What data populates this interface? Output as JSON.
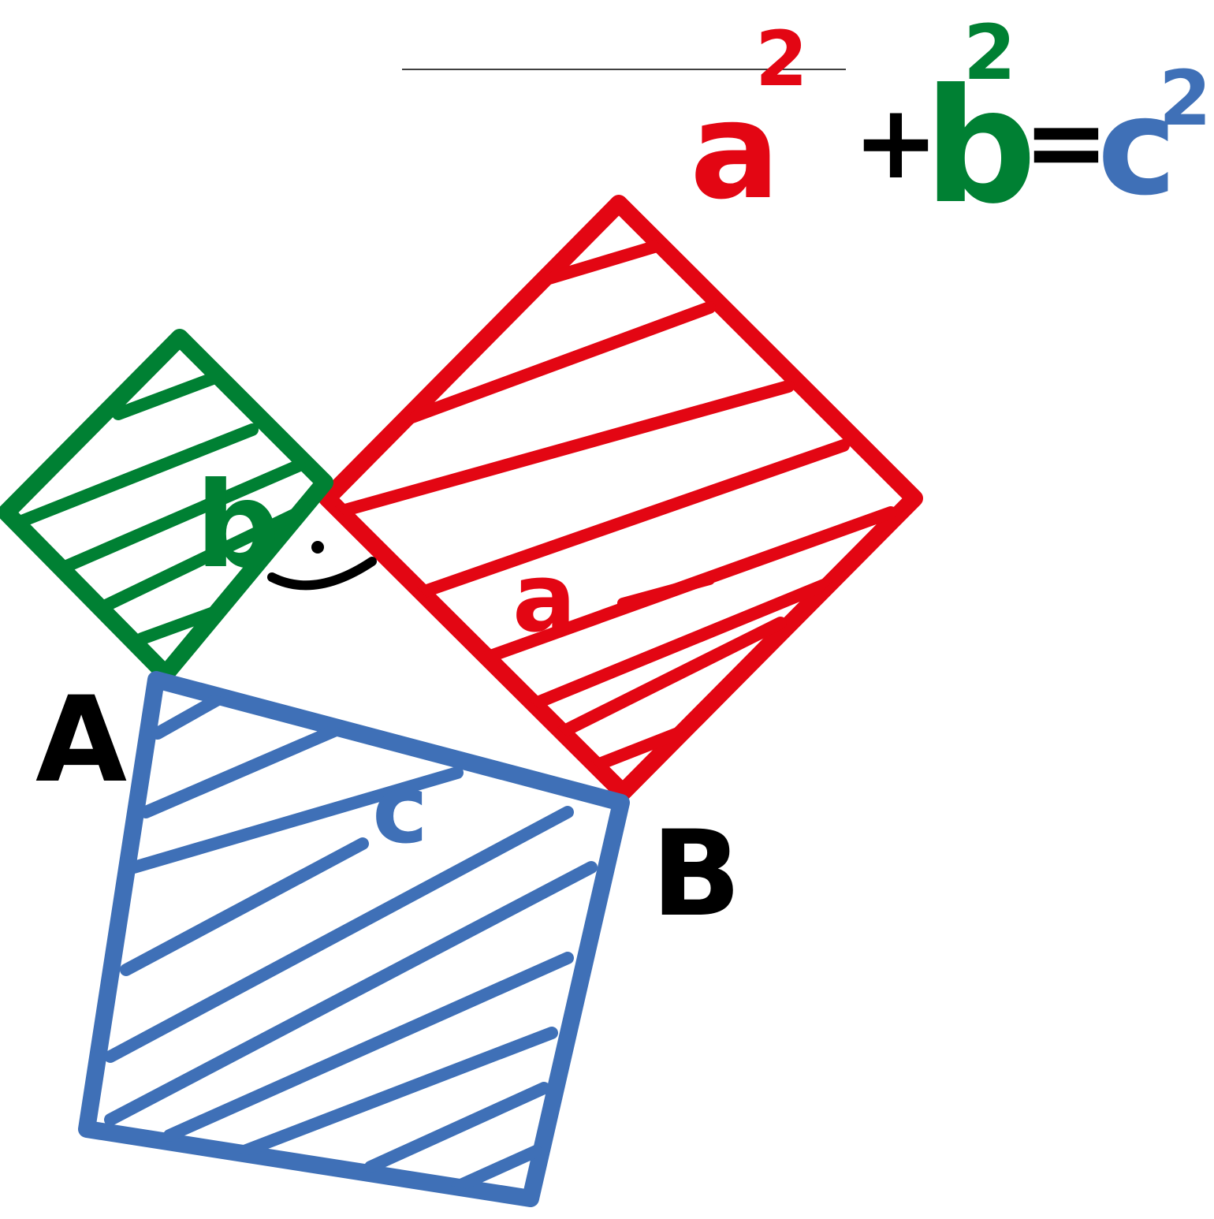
{
  "colors": {
    "a": "#e30613",
    "b": "#008033",
    "c": "#3f70b7",
    "ink": "#000000",
    "background": "#ffffff"
  },
  "formula": {
    "a": "a",
    "a_exp": "2",
    "plus": "+",
    "b": "b",
    "b_exp": "2",
    "equals": "=",
    "c": "c",
    "c_exp": "2"
  },
  "labels": {
    "side_a": "a",
    "side_b": "b",
    "side_c": "c",
    "vertex_a": "A",
    "vertex_b": "B"
  }
}
